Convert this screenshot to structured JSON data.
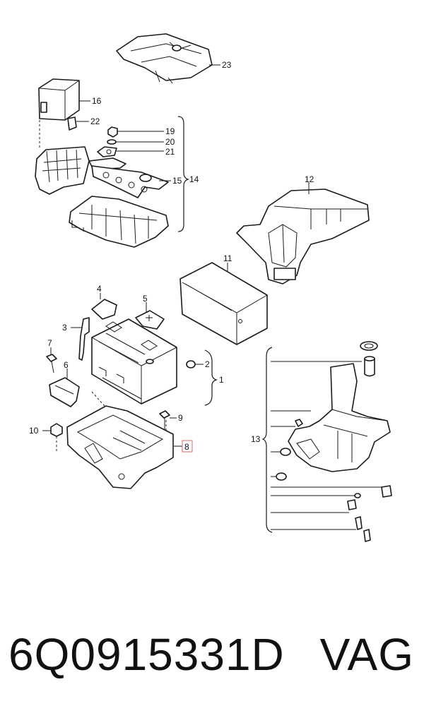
{
  "diagram": {
    "callouts": {
      "c1": "1",
      "c2": "2",
      "c3": "3",
      "c4": "4",
      "c5": "5",
      "c6": "6",
      "c7": "7",
      "c8": "8",
      "c9": "9",
      "c10": "10",
      "c11": "11",
      "c12": "12",
      "c13": "13",
      "c14": "14",
      "c15": "15",
      "c16": "16",
      "c19": "19",
      "c20": "20",
      "c21": "21",
      "c22": "22",
      "c23": "23"
    },
    "highlighted_callout": "8",
    "highlight_color": "#e26a6a"
  },
  "footer": {
    "part_number": "6Q0915331D",
    "brand": "VAG"
  }
}
